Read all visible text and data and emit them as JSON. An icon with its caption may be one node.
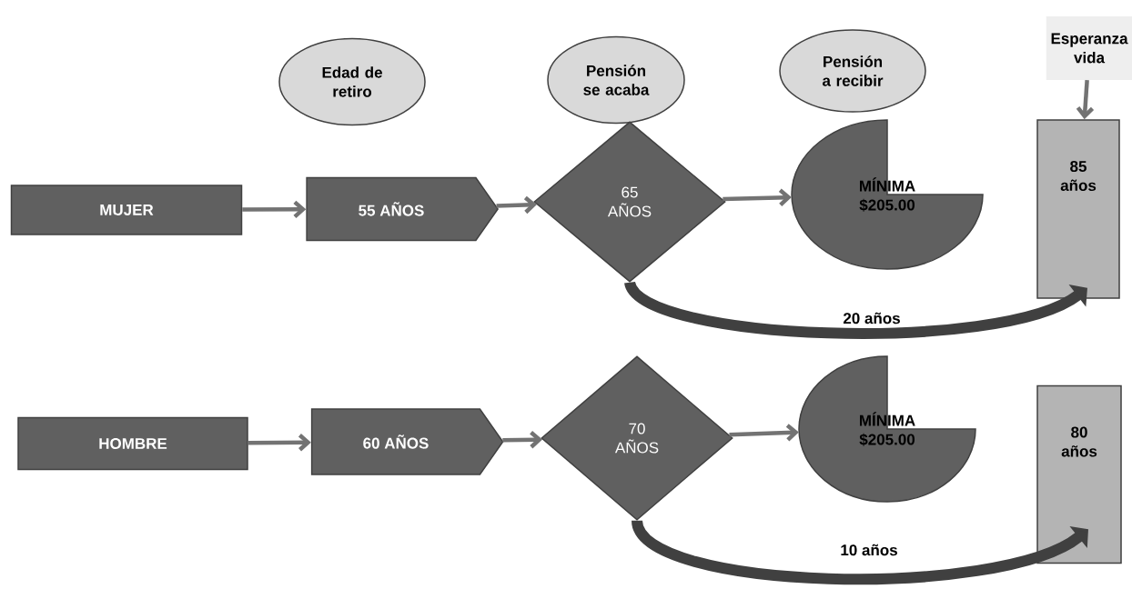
{
  "diagram": {
    "nodes": [
      {
        "text": [
          "Edad de retiro"
        ]
      },
      {
        "text": [
          "Pensión se acaba"
        ]
      },
      {
        "text": [
          "Pensión a recibir"
        ]
      },
      {
        "text": [
          "Esperanza vida"
        ]
      },
      {
        "text": [
          "MUJER"
        ]
      },
      {
        "text": [
          "55 AÑOS"
        ]
      },
      {
        "text": [
          "65 AÑOS"
        ]
      },
      {
        "text": [
          "MÍNIMA $205.00"
        ]
      },
      {
        "text": [
          "85 años"
        ]
      },
      {
        "text": [
          "HOMBRE"
        ]
      },
      {
        "text": [
          "60 AÑOS"
        ]
      },
      {
        "text": [
          "70 AÑOS"
        ]
      },
      {
        "text": [
          "MÍNIMA $205.00"
        ]
      },
      {
        "text": [
          "80 años"
        ]
      }
    ],
    "edges": [
      {
        "from": 4,
        "to": 5,
        "arrow": "to"
      },
      {
        "from": 5,
        "to": 6,
        "arrow": "to"
      },
      {
        "from": 6,
        "to": 7,
        "arrow": "to"
      },
      {
        "from": 3,
        "to": 8,
        "arrow": "to"
      },
      {
        "from": 6,
        "to": 8,
        "arrow": "to",
        "label": "20 años",
        "style": "thick"
      },
      {
        "from": 9,
        "to": 10,
        "arrow": "to"
      },
      {
        "from": 10,
        "to": 11,
        "arrow": "to"
      },
      {
        "from": 11,
        "to": 12,
        "arrow": "to"
      },
      {
        "from": 11,
        "to": 13,
        "arrow": "to",
        "label": "10 años",
        "style": "thick"
      }
    ]
  }
}
